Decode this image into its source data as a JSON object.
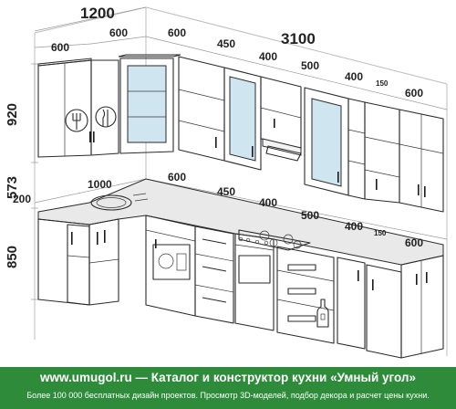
{
  "dimensions": {
    "d1200": "1200",
    "d3100": "3100",
    "upper_600_a": "600",
    "upper_600_b": "600",
    "upper_600_c": "600",
    "upper_450": "450",
    "upper_400_a": "400",
    "upper_500": "500",
    "upper_400_b": "400",
    "upper_150": "150",
    "upper_600_d": "600",
    "h920": "920",
    "h573": "573",
    "h850": "850",
    "lower_200": "200",
    "lower_1000": "1000",
    "lower_600": "600",
    "lower_450": "450",
    "lower_400_a": "400",
    "lower_500": "500",
    "lower_400_b": "400",
    "lower_150": "150",
    "lower_600_b": "600"
  },
  "banner": {
    "title": "www.umugol.ru — Каталог и конструктор кухни «Умный угол»",
    "subtitle": "Более 100 000 бесплатных дизайн проектов. Просмотр 3D-моделей, подбор декора и расчет цены кухни."
  },
  "colors": {
    "banner_bg": "#2e8b3a",
    "banner_text": "#ffffff",
    "glass": "#cfe6f0"
  }
}
